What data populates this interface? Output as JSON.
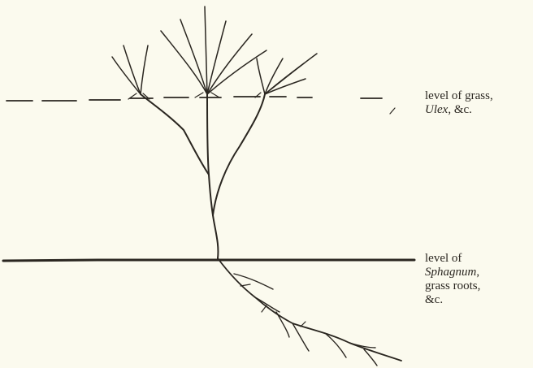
{
  "labels": {
    "grass_level": {
      "line1": "level of grass,",
      "line2_italic": "Ulex",
      "line2_rest": ", &c."
    },
    "sphagnum_level": {
      "line1": "level of",
      "line2_italic": "Sphagnum",
      "line2_rest": ",",
      "line3": "grass roots,",
      "line4": "&c."
    }
  },
  "colors": {
    "background": "#fbfaee",
    "ink": "#2a2620"
  }
}
